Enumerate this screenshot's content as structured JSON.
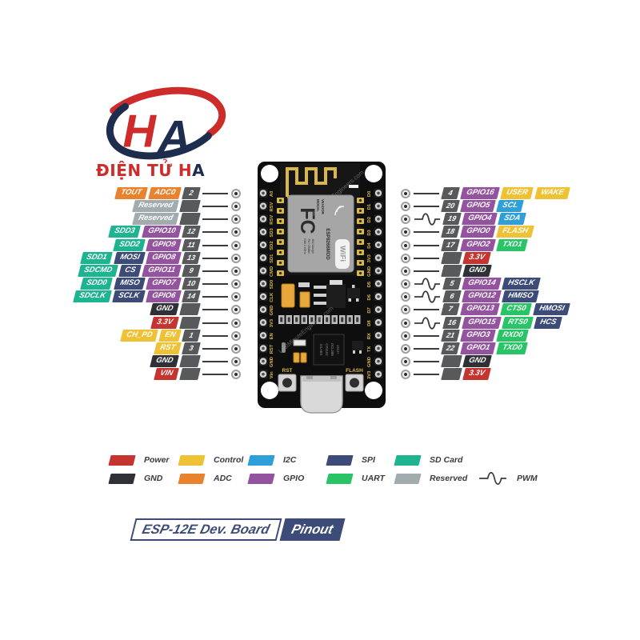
{
  "logo": {
    "brand_red": "ĐIỆN TỬ H",
    "brand_navy": "A",
    "mark_h": "H",
    "mark_a": "A"
  },
  "colors": {
    "power": "#C5342F",
    "gnd": "#303136",
    "control": "#EFC235",
    "adc": "#E8822E",
    "i2c": "#2E9FD8",
    "gpio": "#94539E",
    "spi": "#3C4B77",
    "uart": "#29C465",
    "sdcard": "#1FB491",
    "reserved": "#A2ACAE",
    "badge": "#58595B",
    "line": "#3B3B3B",
    "accent_navy": "#3C4B77",
    "brand_red": "#CE2B2B",
    "brand_navy": "#1E2C4E"
  },
  "left_pins": [
    {
      "pin": "2",
      "labels": [
        {
          "text": "TOUT",
          "cat": "adc"
        },
        {
          "text": "ADC0",
          "cat": "adc"
        }
      ]
    },
    {
      "pin": "",
      "labels": [
        {
          "text": "Reserved",
          "cat": "reserved"
        }
      ]
    },
    {
      "pin": "",
      "labels": [
        {
          "text": "Reserved",
          "cat": "reserved"
        }
      ]
    },
    {
      "pin": "12",
      "labels": [
        {
          "text": "SDD3",
          "cat": "sdcard"
        },
        {
          "text": "GPIO10",
          "cat": "gpio"
        }
      ]
    },
    {
      "pin": "11",
      "labels": [
        {
          "text": "SDD2",
          "cat": "sdcard"
        },
        {
          "text": "GPIO9",
          "cat": "gpio"
        }
      ]
    },
    {
      "pin": "13",
      "labels": [
        {
          "text": "SDD1",
          "cat": "sdcard"
        },
        {
          "text": "MOSI",
          "cat": "spi"
        },
        {
          "text": "GPIO8",
          "cat": "gpio"
        }
      ]
    },
    {
      "pin": "9",
      "labels": [
        {
          "text": "SDCMD",
          "cat": "sdcard"
        },
        {
          "text": "CS",
          "cat": "spi"
        },
        {
          "text": "GPIO11",
          "cat": "gpio"
        }
      ]
    },
    {
      "pin": "10",
      "labels": [
        {
          "text": "SDD0",
          "cat": "sdcard"
        },
        {
          "text": "MISO",
          "cat": "spi"
        },
        {
          "text": "GPIO7",
          "cat": "gpio"
        }
      ]
    },
    {
      "pin": "14",
      "labels": [
        {
          "text": "SDCLK",
          "cat": "sdcard"
        },
        {
          "text": "SCLK",
          "cat": "spi"
        },
        {
          "text": "GPIO6",
          "cat": "gpio"
        }
      ]
    },
    {
      "pin": "",
      "labels": [
        {
          "text": "GND",
          "cat": "gnd"
        }
      ]
    },
    {
      "pin": "",
      "labels": [
        {
          "text": "3.3V",
          "cat": "power"
        }
      ]
    },
    {
      "pin": "1",
      "labels": [
        {
          "text": "CH_PD",
          "cat": "control"
        },
        {
          "text": "EN",
          "cat": "control"
        }
      ]
    },
    {
      "pin": "3",
      "labels": [
        {
          "text": "RST",
          "cat": "control"
        }
      ]
    },
    {
      "pin": "",
      "labels": [
        {
          "text": "GND",
          "cat": "gnd"
        }
      ]
    },
    {
      "pin": "",
      "labels": [
        {
          "text": "VIN",
          "cat": "power"
        }
      ]
    }
  ],
  "right_pins": [
    {
      "pin": "4",
      "pwm": false,
      "labels": [
        {
          "text": "GPIO16",
          "cat": "gpio"
        },
        {
          "text": "USER",
          "cat": "control"
        },
        {
          "text": "WAKE",
          "cat": "control"
        }
      ]
    },
    {
      "pin": "20",
      "pwm": false,
      "labels": [
        {
          "text": "GPIO5",
          "cat": "gpio"
        },
        {
          "text": "SCL",
          "cat": "i2c"
        }
      ]
    },
    {
      "pin": "19",
      "pwm": true,
      "labels": [
        {
          "text": "GPIO4",
          "cat": "gpio"
        },
        {
          "text": "SDA",
          "cat": "i2c"
        }
      ]
    },
    {
      "pin": "18",
      "pwm": false,
      "labels": [
        {
          "text": "GPIO0",
          "cat": "gpio"
        },
        {
          "text": "FLASH",
          "cat": "control"
        }
      ]
    },
    {
      "pin": "17",
      "pwm": false,
      "labels": [
        {
          "text": "GPIO2",
          "cat": "gpio"
        },
        {
          "text": "TXD1",
          "cat": "uart"
        }
      ]
    },
    {
      "pin": "",
      "pwm": false,
      "labels": [
        {
          "text": "3.3V",
          "cat": "power"
        }
      ]
    },
    {
      "pin": "",
      "pwm": false,
      "labels": [
        {
          "text": "GND",
          "cat": "gnd"
        }
      ]
    },
    {
      "pin": "5",
      "pwm": true,
      "labels": [
        {
          "text": "GPIO14",
          "cat": "gpio"
        },
        {
          "text": "HSCLK",
          "cat": "spi"
        }
      ]
    },
    {
      "pin": "6",
      "pwm": true,
      "labels": [
        {
          "text": "GPIO12",
          "cat": "gpio"
        },
        {
          "text": "HMISO",
          "cat": "spi"
        }
      ]
    },
    {
      "pin": "7",
      "pwm": false,
      "labels": [
        {
          "text": "GPIO13",
          "cat": "gpio"
        },
        {
          "text": "CTS0",
          "cat": "uart"
        },
        {
          "text": "HMOSI",
          "cat": "spi"
        }
      ]
    },
    {
      "pin": "16",
      "pwm": true,
      "labels": [
        {
          "text": "GPIO15",
          "cat": "gpio"
        },
        {
          "text": "RTS0",
          "cat": "uart"
        },
        {
          "text": "HCS",
          "cat": "spi"
        }
      ]
    },
    {
      "pin": "21",
      "pwm": false,
      "labels": [
        {
          "text": "GPIO3",
          "cat": "gpio"
        },
        {
          "text": "RXD0",
          "cat": "uart"
        }
      ]
    },
    {
      "pin": "22",
      "pwm": false,
      "labels": [
        {
          "text": "GPIO1",
          "cat": "gpio"
        },
        {
          "text": "TXD0",
          "cat": "uart"
        }
      ]
    },
    {
      "pin": "",
      "pwm": false,
      "labels": [
        {
          "text": "GND",
          "cat": "gnd"
        }
      ]
    },
    {
      "pin": "",
      "pwm": false,
      "labels": [
        {
          "text": "3.3V",
          "cat": "power"
        }
      ]
    }
  ],
  "board": {
    "left_silk": [
      "A0",
      "RSV",
      "RSV",
      "SD3",
      "SD2",
      "SD1",
      "CMD",
      "SD0",
      "CLK",
      "GND",
      "3V3",
      "EN",
      "RST",
      "GND",
      "Vin"
    ],
    "right_silk": [
      "D0",
      "D1",
      "D2",
      "D3",
      "D4",
      "3V3",
      "GND",
      "D5",
      "D6",
      "D7",
      "D8",
      "RX",
      "TX",
      "GND",
      "3V3"
    ],
    "module": {
      "fcc": "FC",
      "model": "MODEL",
      "vendor": "VENDOR",
      "chip": "ESP8266MOD",
      "wifi_badge": "WiFi",
      "spec1": "ISM 2.4GHz",
      "spec2": "PA +25dBm",
      "spec3": "802.11b/g/n"
    },
    "rst_button": "RST",
    "flash_button": "FLASH",
    "usb_chip_marking": [
      "SILABS",
      "CP2102",
      "DCL08B",
      "1512+"
    ],
    "watermark": "LastMinuteEngineers.com"
  },
  "legend": {
    "items": [
      {
        "label": "Power",
        "cat": "power",
        "col": 0,
        "row": 0
      },
      {
        "label": "Control",
        "cat": "control",
        "col": 1,
        "row": 0
      },
      {
        "label": "I2C",
        "cat": "i2c",
        "col": 2,
        "row": 0
      },
      {
        "label": "SPI",
        "cat": "spi",
        "col": 3,
        "row": 0
      },
      {
        "label": "SD Card",
        "cat": "sdcard",
        "col": 4,
        "row": 0
      },
      {
        "label": "GND",
        "cat": "gnd",
        "col": 0,
        "row": 1
      },
      {
        "label": "ADC",
        "cat": "adc",
        "col": 1,
        "row": 1
      },
      {
        "label": "GPIO",
        "cat": "gpio",
        "col": 2,
        "row": 1
      },
      {
        "label": "UART",
        "cat": "uart",
        "col": 3,
        "row": 1
      },
      {
        "label": "Reserved",
        "cat": "reserved",
        "col": 4,
        "row": 1
      }
    ],
    "pwm_label": "PWM"
  },
  "title": {
    "board_name": "ESP-12E Dev. Board",
    "tag": "Pinout"
  }
}
